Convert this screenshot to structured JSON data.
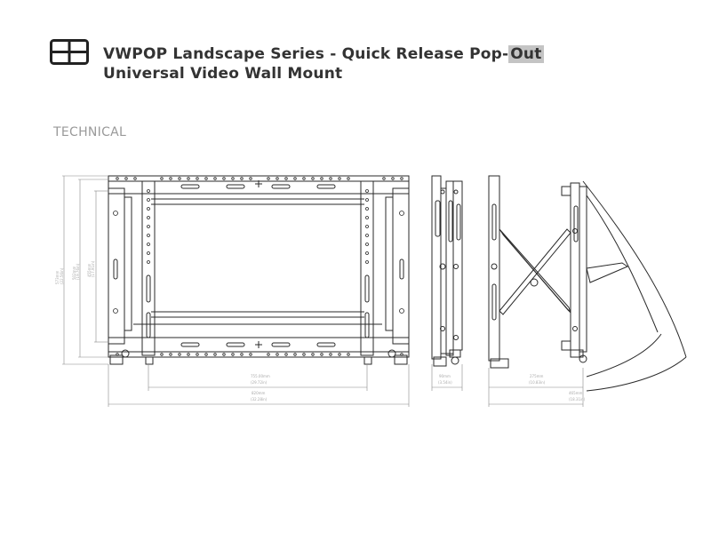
{
  "header": {
    "icon": "video-wall-grid-icon",
    "title_line1_main": "VWPOP Landscape Series - Quick Release Pop-",
    "title_line1_highlight": "Out",
    "title_line2": "Universal Video Wall Mount"
  },
  "section_label": "TECHNICAL",
  "dimensions": {
    "front_width_inner": "755.00mm",
    "front_width_inner_in": "(29.72in)",
    "front_width_outer": "820mm",
    "front_width_outer_in": "(32.28in)",
    "side_depth": "90mm",
    "side_depth_in": "(3.54in)",
    "extended_depth": "275mm",
    "extended_depth_in": "(10.83in)",
    "extended_total": "465mm",
    "extended_total_in": "(18.31in)",
    "height_outer": "573mm",
    "height_outer_in": "(22.56in)",
    "height_mid": "502mm",
    "height_mid_in": "(19.76in)",
    "height_inner": "455mm",
    "height_inner_in": "(17.91in)"
  },
  "colors": {
    "line": "#2a2a2a",
    "dim_line": "#888888",
    "highlight": "#c4c4c4"
  }
}
